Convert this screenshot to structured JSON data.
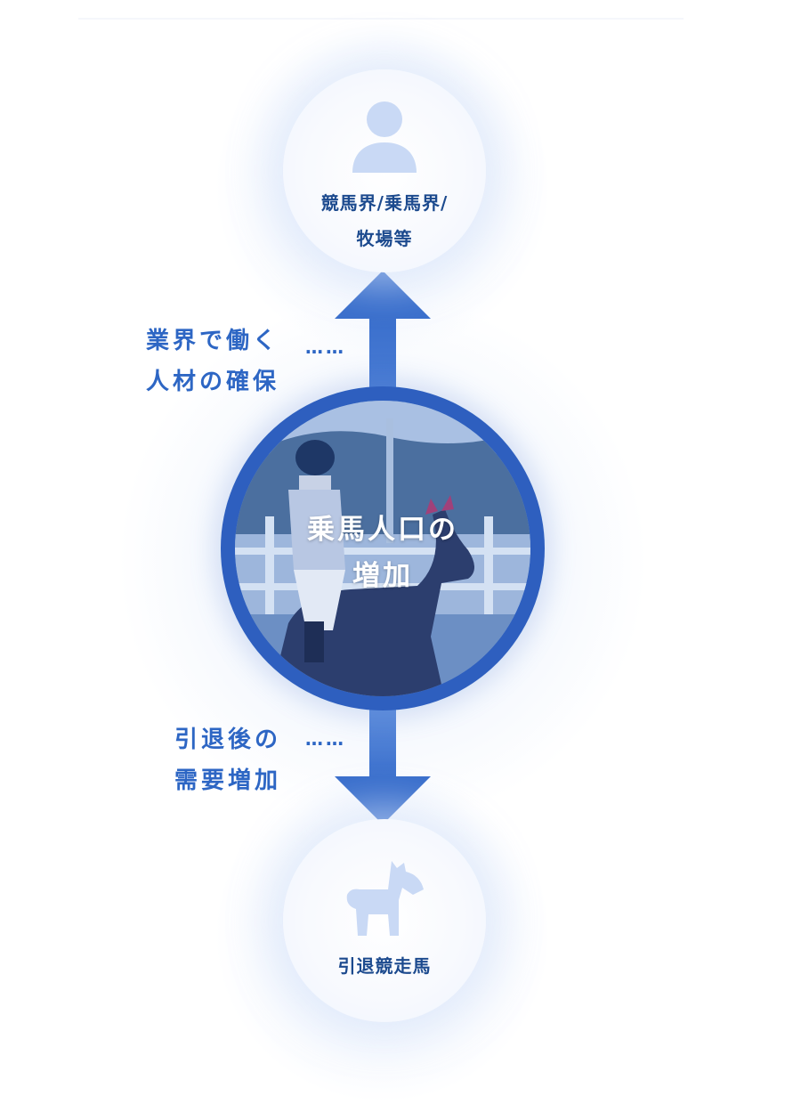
{
  "colors": {
    "accent": "#2e5fbf",
    "arrow": "#3a6fcc",
    "label_blue": "#2d66c4",
    "node_text": "#1c4a8e",
    "icon_fill": "#c9d9f5"
  },
  "nodes": {
    "top": {
      "icon": "person-icon",
      "line1": "競馬界/乗馬界/",
      "line2": "牧場等"
    },
    "center": {
      "image": "horse-rider-photo",
      "line1": "乗馬人口の",
      "line2": "増加"
    },
    "bottom": {
      "icon": "horse-icon",
      "line1": "引退競走馬"
    }
  },
  "labels": {
    "upper": {
      "line1": "業界で働く",
      "line2": "人材の確保",
      "connector": "……"
    },
    "lower": {
      "line1": "引退後の",
      "line2": "需要増加",
      "connector": "……"
    }
  }
}
